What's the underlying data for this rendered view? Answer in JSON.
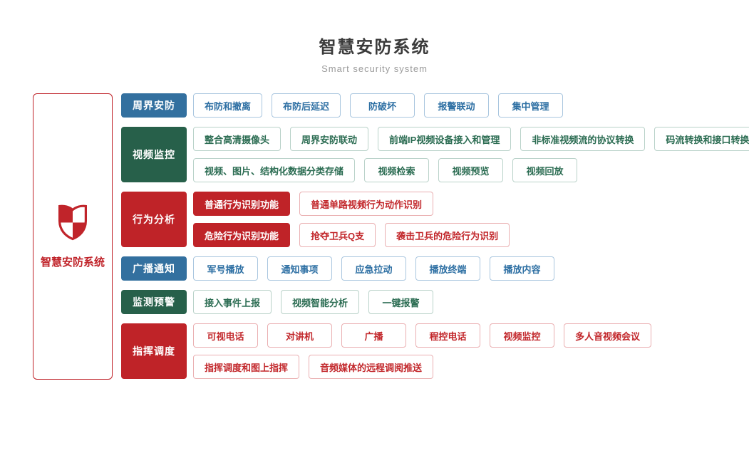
{
  "header": {
    "title": "智慧安防系统",
    "subtitle": "Smart security system"
  },
  "sidebar": {
    "icon": "shield-icon",
    "label": "智慧安防系统"
  },
  "colors": {
    "blue": "#33709f",
    "blue_border": "#a9c6df",
    "green": "#27604a",
    "green_border": "#b9d2c9",
    "red": "#bf2328",
    "red_border": "#eaafb1",
    "title_text": "#3b3b3b",
    "subtitle_text": "#9b9b9b"
  },
  "rows": [
    {
      "category": "周界安防",
      "theme": "blue",
      "lines": [
        [
          {
            "label": "布防和撤离"
          },
          {
            "label": "布防后延迟"
          },
          {
            "label": "防破坏"
          },
          {
            "label": "报警联动"
          },
          {
            "label": "集中管理"
          }
        ]
      ]
    },
    {
      "category": "视频监控",
      "theme": "green",
      "lines": [
        [
          {
            "label": "整合高清摄像头"
          },
          {
            "label": "周界安防联动"
          },
          {
            "label": "前端IP视频设备接入和管理"
          },
          {
            "label": "非标准视频流的协议转换"
          },
          {
            "label": "码流转换和接口转换"
          }
        ],
        [
          {
            "label": "视频、图片、结构化数据分类存储"
          },
          {
            "label": "视频检索"
          },
          {
            "label": "视频预览"
          },
          {
            "label": "视频回放"
          }
        ]
      ]
    },
    {
      "category": "行为分析",
      "theme": "red",
      "lines": [
        [
          {
            "label": "普通行为识别功能",
            "filled": true
          },
          {
            "label": "普通单路视频行为动作识别"
          }
        ],
        [
          {
            "label": "危险行为识别功能",
            "filled": true
          },
          {
            "label": "抢夺卫兵Q支"
          },
          {
            "label": "袭击卫兵的危险行为识别"
          }
        ]
      ]
    },
    {
      "category": "广播通知",
      "theme": "blue",
      "lines": [
        [
          {
            "label": "军号播放"
          },
          {
            "label": "通知事项"
          },
          {
            "label": "应急拉动"
          },
          {
            "label": "播放终端"
          },
          {
            "label": "播放内容"
          }
        ]
      ]
    },
    {
      "category": "监测预警",
      "theme": "green",
      "lines": [
        [
          {
            "label": "接入事件上报"
          },
          {
            "label": "视频智能分析"
          },
          {
            "label": "一键报警"
          }
        ]
      ]
    },
    {
      "category": "指挥调度",
      "theme": "red",
      "lines": [
        [
          {
            "label": "可视电话"
          },
          {
            "label": "对讲机"
          },
          {
            "label": "广播"
          },
          {
            "label": "程控电话"
          },
          {
            "label": "视频监控"
          },
          {
            "label": "多人音视频会议"
          }
        ],
        [
          {
            "label": "指挥调度和图上指挥"
          },
          {
            "label": "音频媒体的远程调阅推送"
          }
        ]
      ]
    }
  ]
}
